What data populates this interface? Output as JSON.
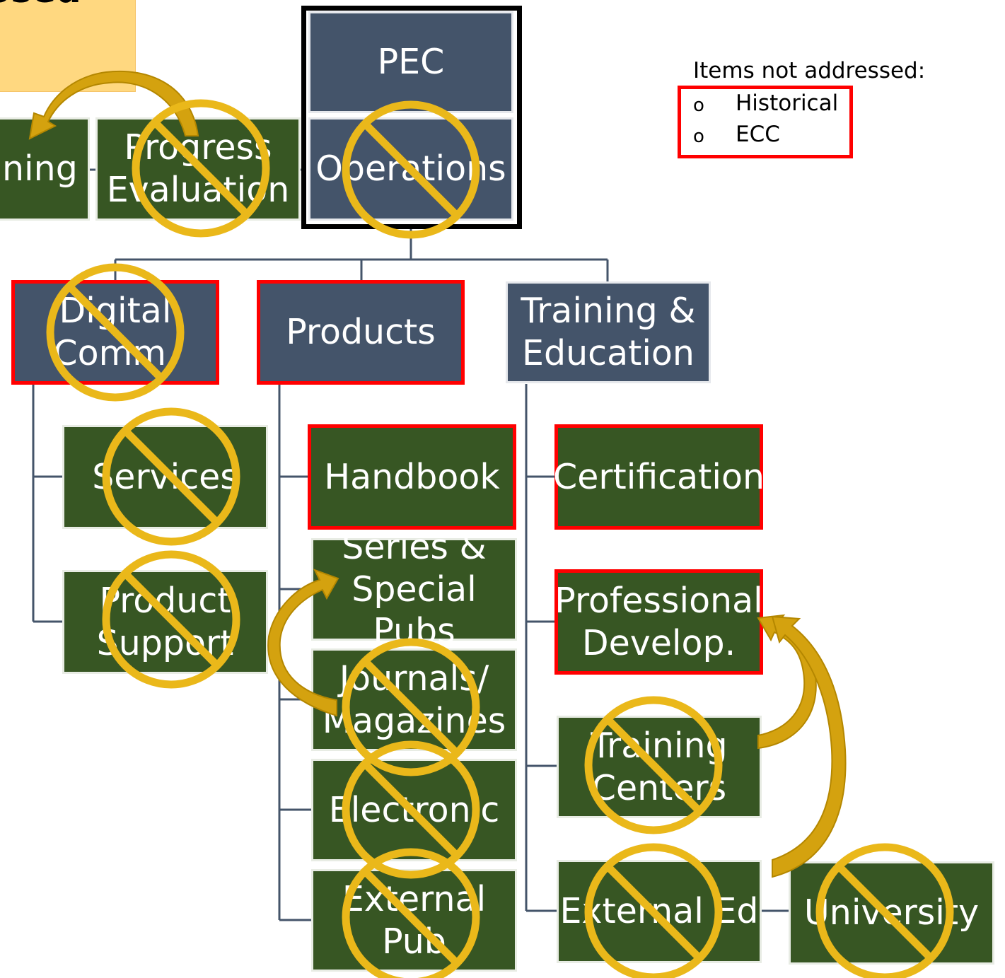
{
  "banner": {
    "text": "osed"
  },
  "legend": {
    "title": "Items not addressed:",
    "bullet": "o",
    "items": [
      "Historical",
      "ECC"
    ]
  },
  "colors": {
    "green": "#375623",
    "slate": "#44546a",
    "red": "#ff0000",
    "gold": "#d4a20f",
    "banner": "#ffd880"
  },
  "nodes": {
    "pec": "PEC",
    "operations": "Operations",
    "planning": "ning",
    "progress_evaluation": "Progress\nEvaluation",
    "digital_comm": "Digital\nComm.",
    "products": "Products",
    "training_education": "Training &\nEducation",
    "services": "Services",
    "product_support": "Product\nSupport",
    "handbook": "Handbook",
    "series_special_pubs": "Series &\nSpecial Pubs",
    "journals_magazines": "Journals/\nMagazines",
    "electronic": "Electronic",
    "external_pub": "External\nPub",
    "certification": "Certification",
    "professional_develop": "Professional\nDevelop.",
    "training_centers": "Training\nCenters",
    "external_ed": "External Ed",
    "university": "University"
  },
  "markers": {
    "crossed_out": [
      "progress_evaluation",
      "operations",
      "digital_comm",
      "services",
      "product_support",
      "journals_magazines",
      "electronic",
      "external_pub",
      "training_centers",
      "external_ed",
      "university"
    ],
    "red_outlined": [
      "digital_comm",
      "products",
      "handbook",
      "certification",
      "professional_develop"
    ]
  }
}
